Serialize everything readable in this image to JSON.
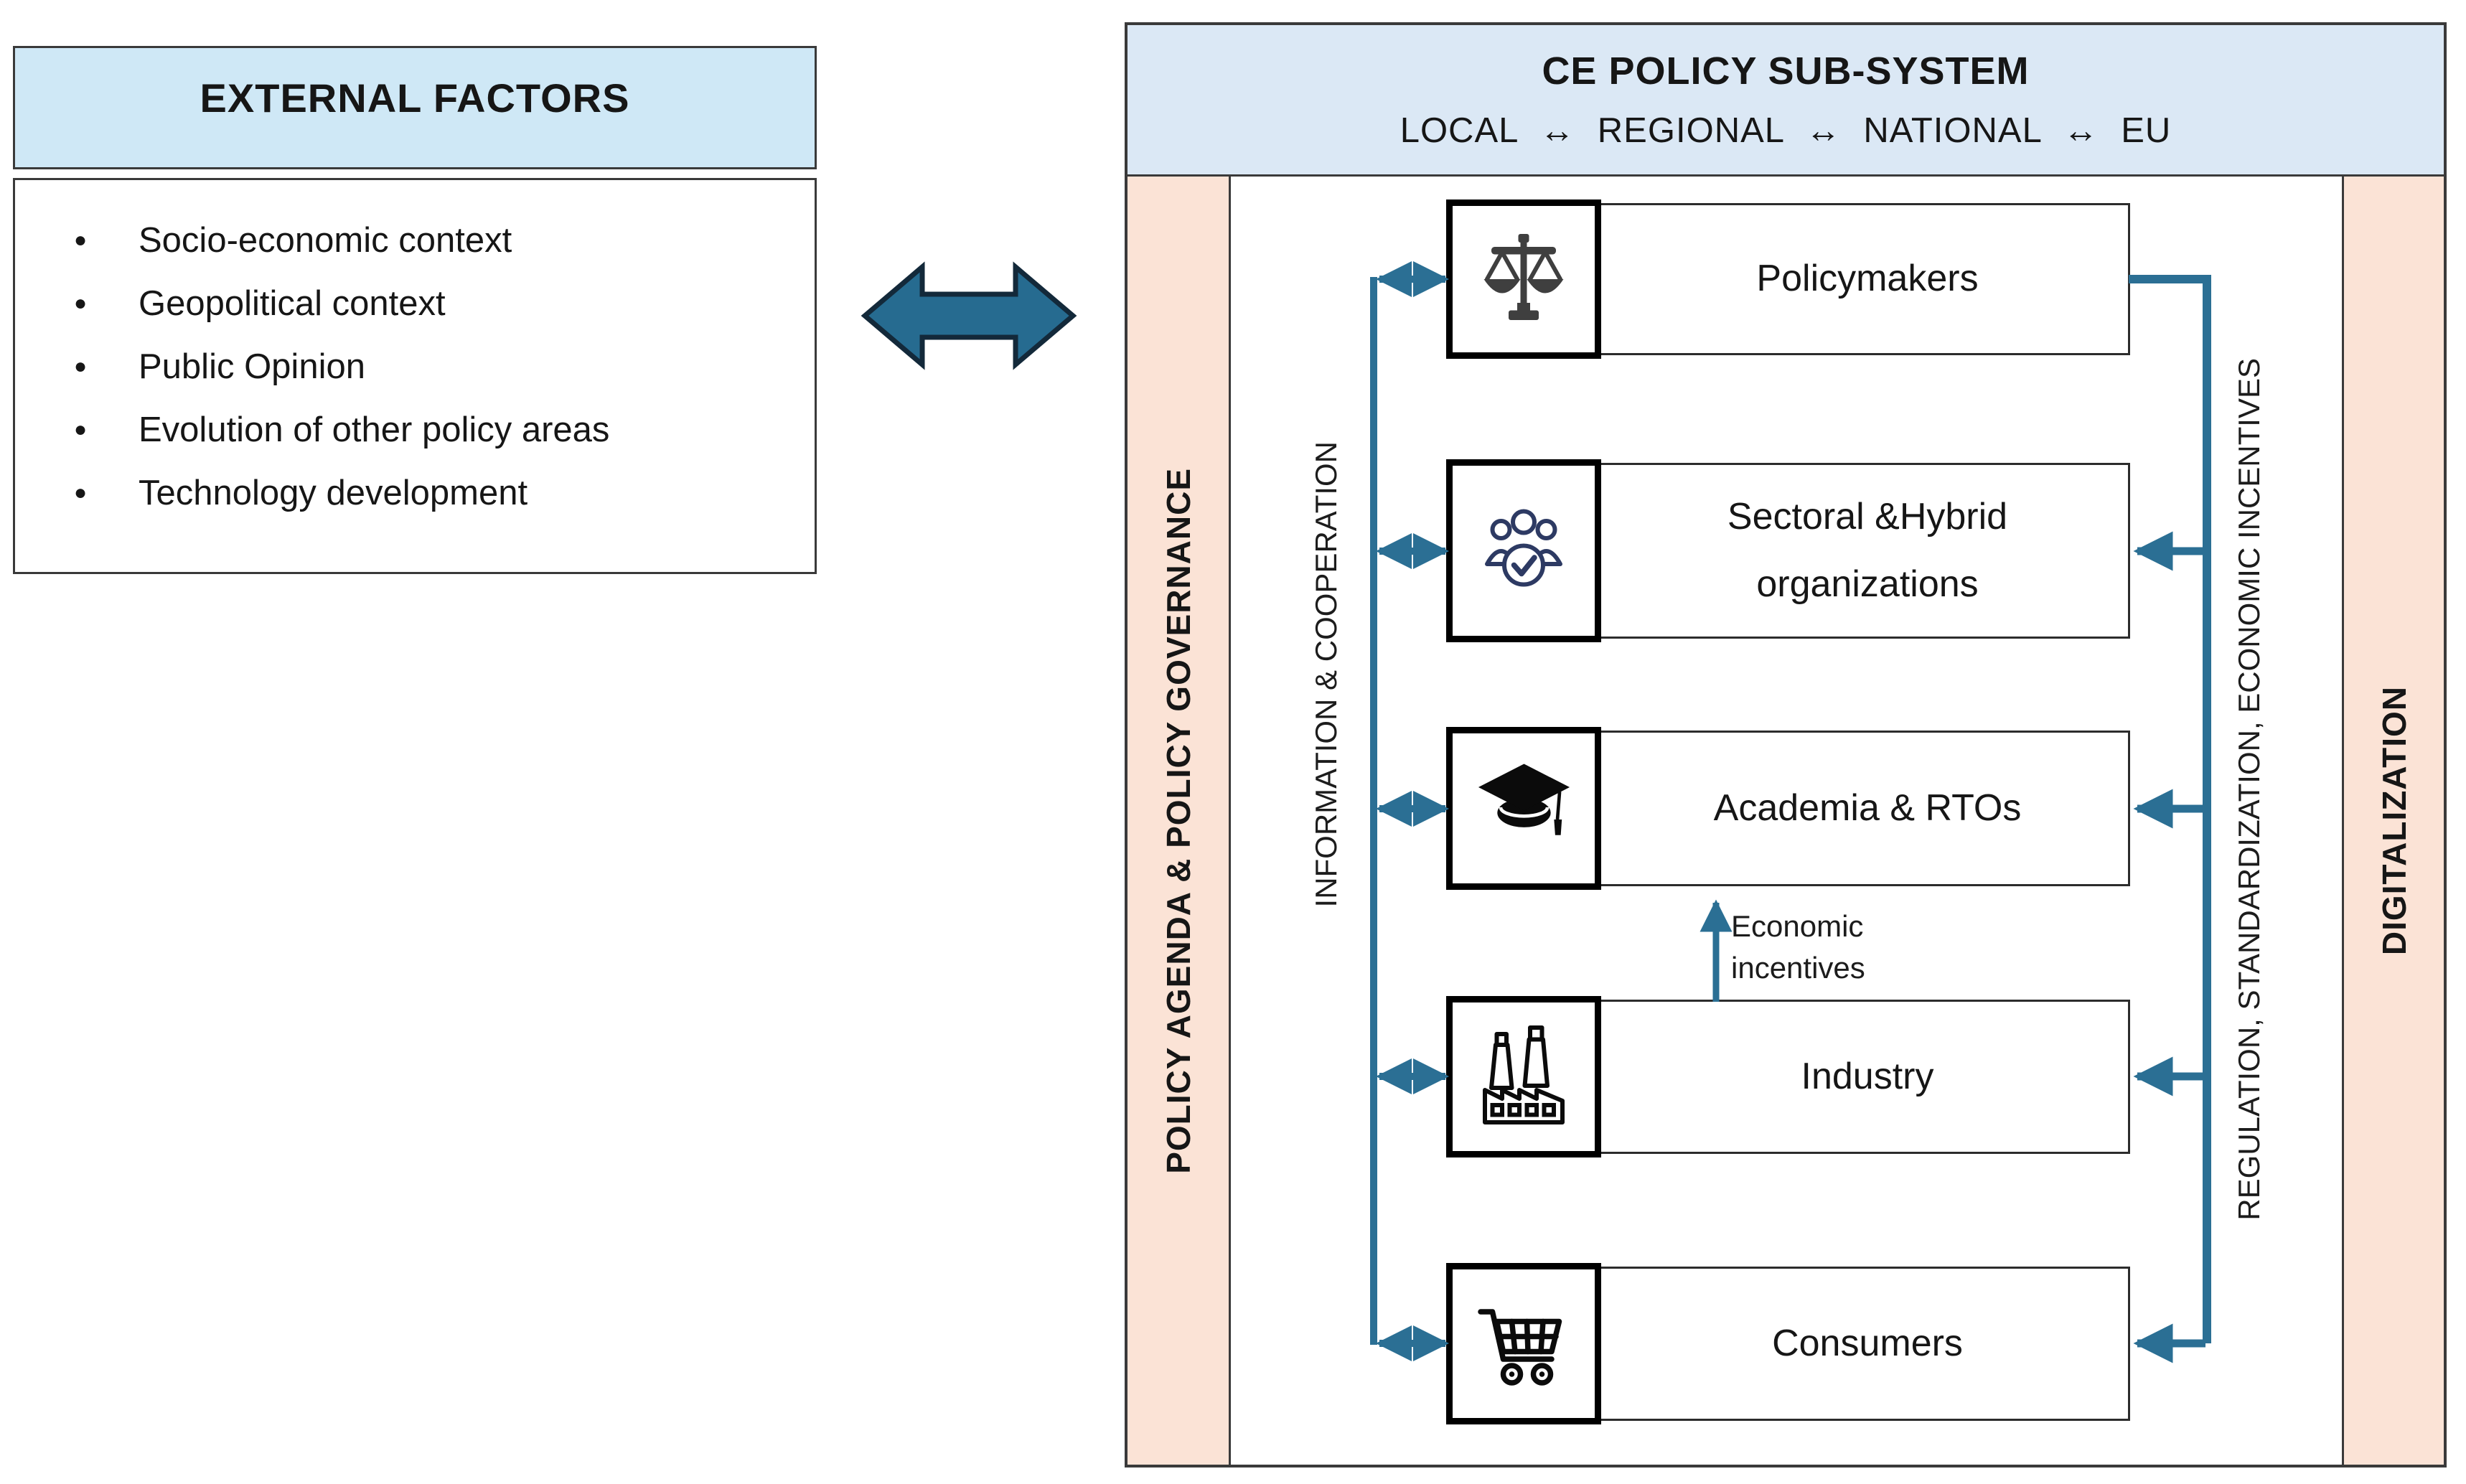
{
  "external_factors": {
    "title": "EXTERNAL FACTORS",
    "items": [
      "Socio-economic context",
      "Geopolitical context",
      "Public Opinion",
      "Evolution of other policy areas",
      "Technology development"
    ]
  },
  "ce_subsystem": {
    "title": "CE POLICY SUB-SYSTEM",
    "levels": "LOCAL ↔ REGIONAL ↔ NATIONAL ↔ EU",
    "left_strip_label": "POLICY AGENDA & POLICY GOVERNANCE",
    "right_strip_label": "DIGITALIZATION",
    "left_channel_label": "INFORMATION & COOPERATION",
    "right_channel_label": "REGULATION, STANDARDIZATION, ECONOMIC INCENTIVES",
    "actors": [
      {
        "label": "Policymakers",
        "icon": "scales-of-justice-icon"
      },
      {
        "label": "Sectoral &Hybrid organizations",
        "icon": "people-check-icon"
      },
      {
        "label": "Academia & RTOs",
        "icon": "graduation-cap-icon"
      },
      {
        "label": "Industry",
        "icon": "factory-icon"
      },
      {
        "label": "Consumers",
        "icon": "shopping-cart-icon"
      }
    ],
    "flow_labels": {
      "economic_incentives": "Economic incentives"
    }
  },
  "colors": {
    "accent_teal": "#2b6f94",
    "arrow_outline": "#13293a",
    "header_blue": "#dbe8f5",
    "external_header_blue": "#cfe8f6",
    "strip_peach": "#fbe3d6"
  }
}
